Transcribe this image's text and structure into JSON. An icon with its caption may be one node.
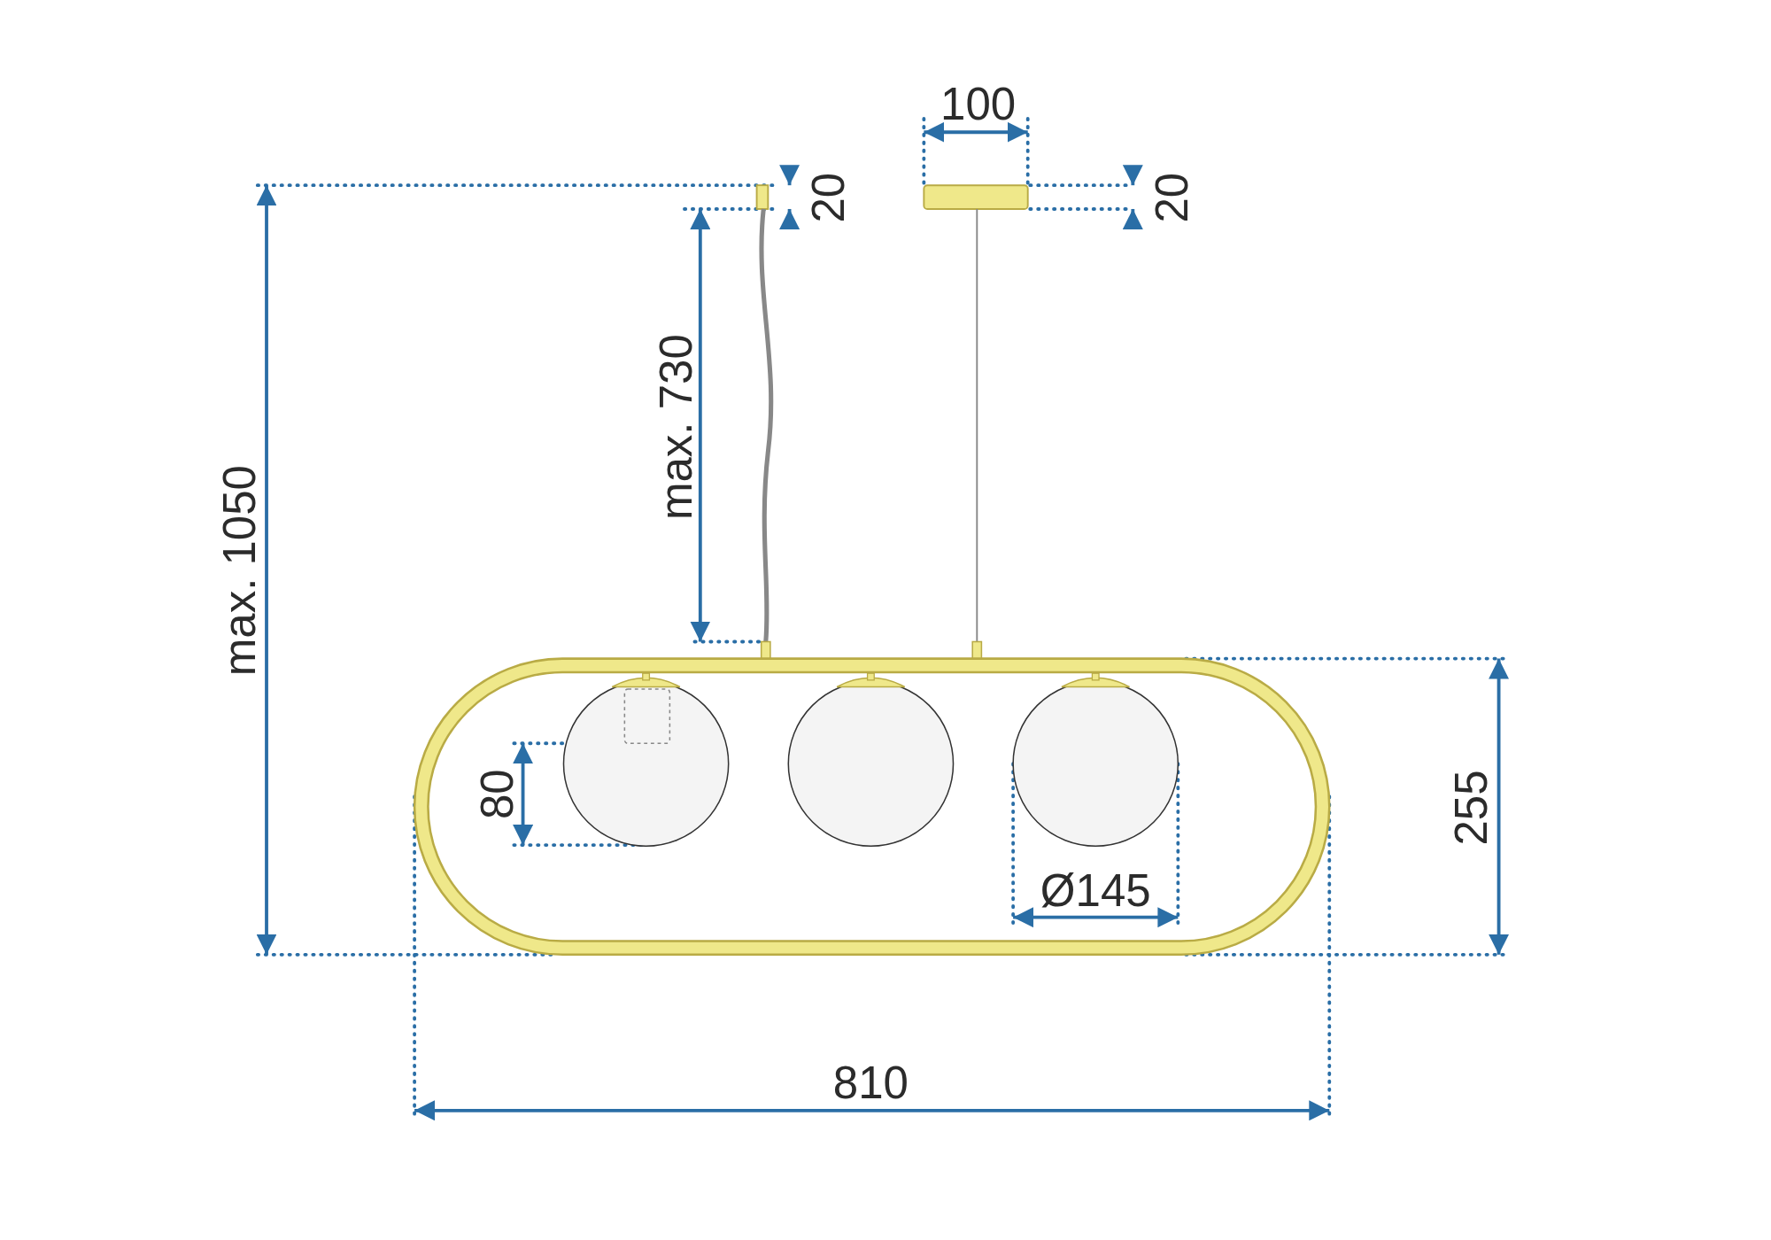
{
  "diagram": {
    "labels": [
      "100",
      "20",
      "20",
      "max. 730",
      "max. 1050",
      "80",
      "Ø145",
      "255",
      "810"
    ]
  }
}
